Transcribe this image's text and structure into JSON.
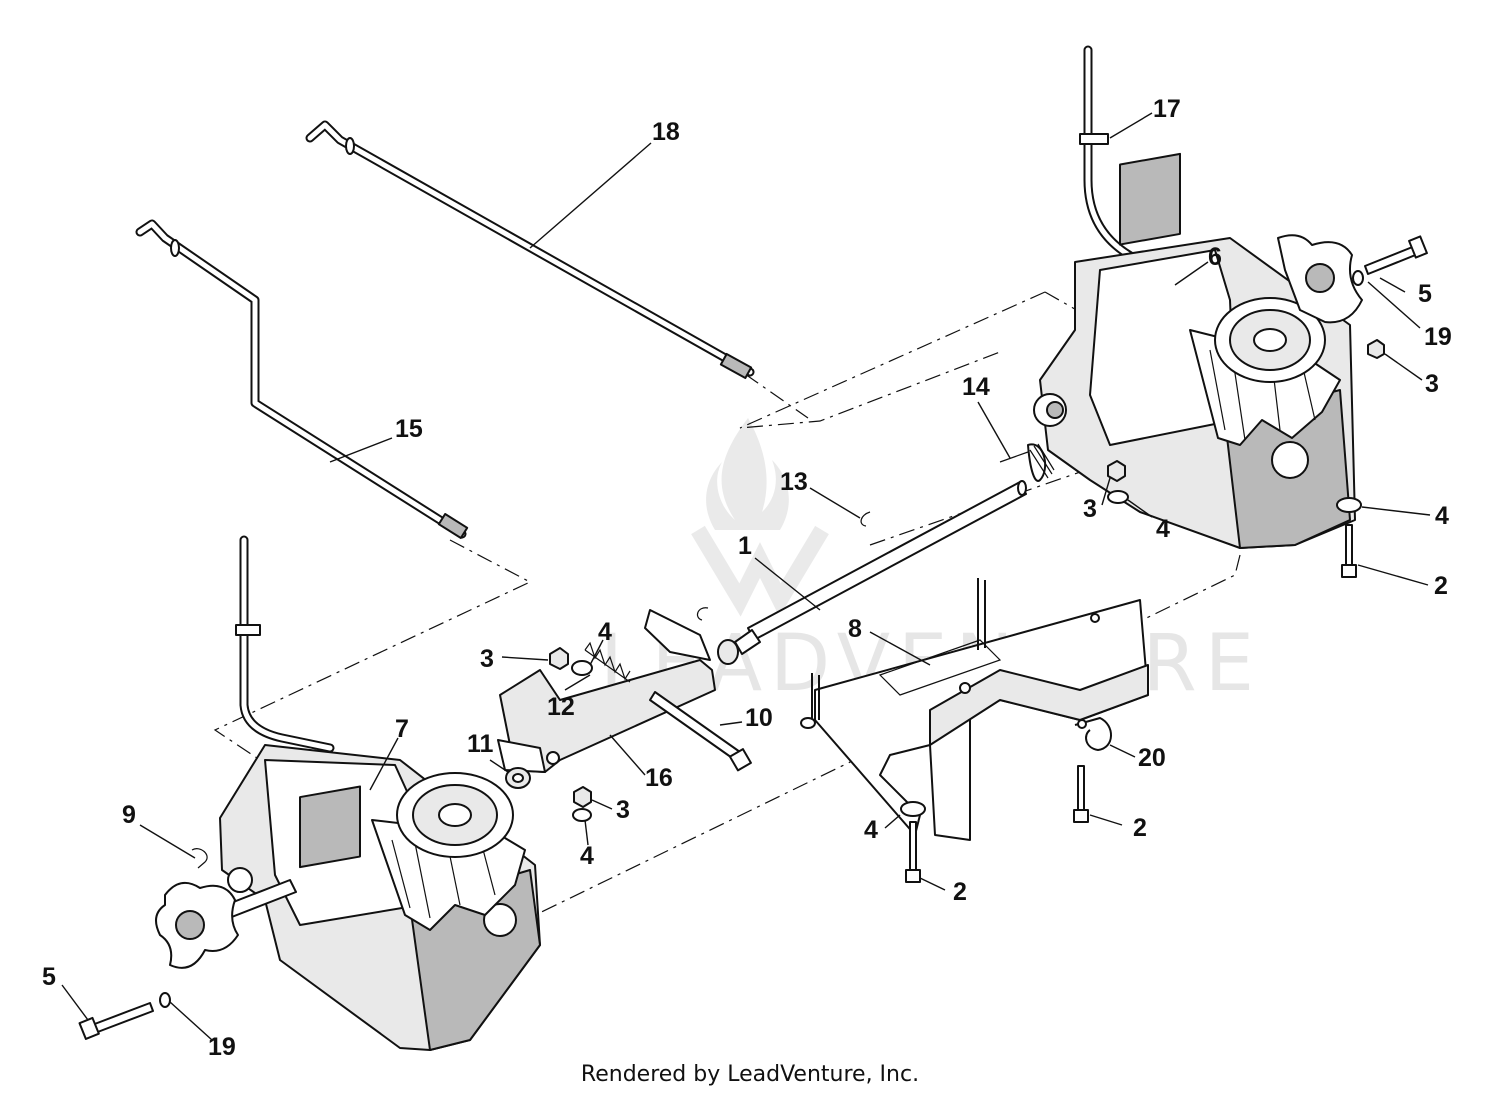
{
  "footer": {
    "credit": "Rendered by LeadVenture, Inc."
  },
  "watermark": {
    "text": "LEADVENTURE",
    "icon": "flame-logo-icon"
  },
  "callouts": [
    {
      "id": "c18",
      "label": "18"
    },
    {
      "id": "c17",
      "label": "17"
    },
    {
      "id": "c6",
      "label": "6"
    },
    {
      "id": "c5r",
      "label": "5"
    },
    {
      "id": "c19r",
      "label": "19"
    },
    {
      "id": "c3r",
      "label": "3"
    },
    {
      "id": "c14",
      "label": "14"
    },
    {
      "id": "c15",
      "label": "15"
    },
    {
      "id": "c13",
      "label": "13"
    },
    {
      "id": "c3m",
      "label": "3"
    },
    {
      "id": "c4m",
      "label": "4"
    },
    {
      "id": "c4r",
      "label": "4"
    },
    {
      "id": "c2r",
      "label": "2"
    },
    {
      "id": "c1",
      "label": "1"
    },
    {
      "id": "c8",
      "label": "8"
    },
    {
      "id": "c3l",
      "label": "3"
    },
    {
      "id": "c4l",
      "label": "4"
    },
    {
      "id": "c12",
      "label": "12"
    },
    {
      "id": "c10",
      "label": "10"
    },
    {
      "id": "c7",
      "label": "7"
    },
    {
      "id": "c11",
      "label": "11"
    },
    {
      "id": "c16",
      "label": "16"
    },
    {
      "id": "c20",
      "label": "20"
    },
    {
      "id": "c3b",
      "label": "3"
    },
    {
      "id": "c4b",
      "label": "4"
    },
    {
      "id": "c9",
      "label": "9"
    },
    {
      "id": "c4c",
      "label": "4"
    },
    {
      "id": "c2c",
      "label": "2"
    },
    {
      "id": "c2b",
      "label": "2"
    },
    {
      "id": "c5l",
      "label": "5"
    },
    {
      "id": "c19l",
      "label": "19"
    }
  ]
}
